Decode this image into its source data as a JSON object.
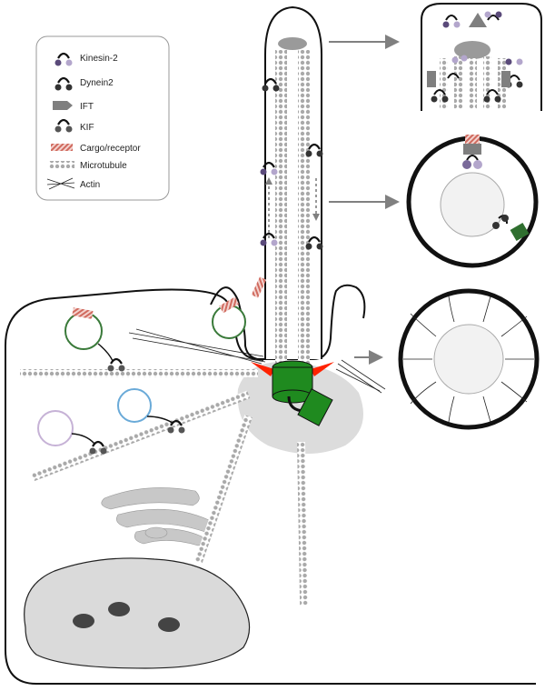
{
  "legend": {
    "items": [
      {
        "key": "kinesin",
        "label": "Kinesin-2"
      },
      {
        "key": "dynein",
        "label": "Dynein2"
      },
      {
        "key": "ift",
        "label": "IFT"
      },
      {
        "key": "kif",
        "label": "KIF"
      },
      {
        "key": "cargo",
        "label": "Cargo/receptor"
      },
      {
        "key": "microtubule",
        "label": "Microtubule"
      },
      {
        "key": "actin",
        "label": "Actin"
      }
    ]
  },
  "colors": {
    "outline": "#111111",
    "microtubule": "#a9a9a9",
    "ift": "#7f7f7f",
    "kinesin_light": "#b3a6cc",
    "kinesin_dark": "#5a4a7a",
    "cargo": "#d06a5e",
    "vesicle_green": "#3a7a3a",
    "vesicle_blue": "#6aaad8",
    "vesicle_purple": "#c6b2d6",
    "centrosome": "#1f8a1f",
    "transition_fiber": "#ff2200",
    "pericentriolar": "#dcdcdc",
    "nucleus": "#dadada",
    "golgi": "#c8c8c8",
    "arrow": "#808080"
  }
}
